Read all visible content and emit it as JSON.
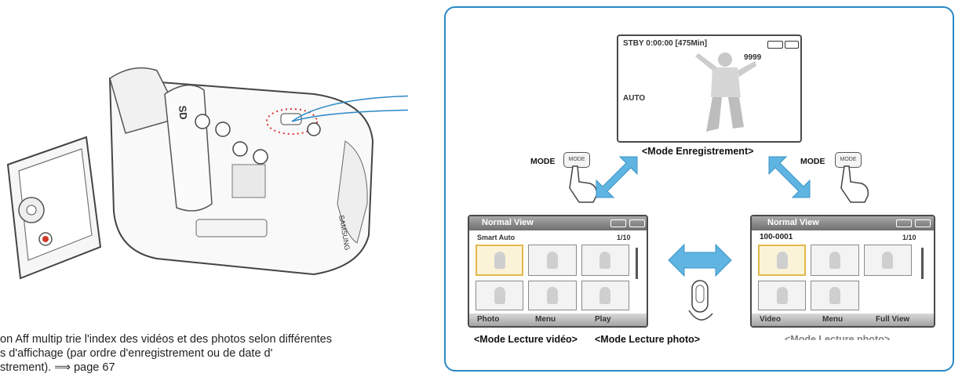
{
  "manual": {
    "paragraph_lines": [
      "on Aff multip trie l'index des vidéos et des photos selon différentes",
      "s d'affichage (par ordre d'enregistrement ou de date d'",
      "strement). ⟹ page 67"
    ]
  },
  "camera": {
    "brand_text": "SAMSUNG",
    "model_text": "SD"
  },
  "diagram": {
    "mode_label_left": "MODE",
    "mode_label_right": "MODE",
    "mode_button_text": "MODE",
    "caption_record": "<Mode Enregistrement>",
    "caption_video": "<Mode Lecture vidéo>",
    "caption_photo": "<Mode Lecture photo>",
    "caption_cut": "<Mode Lecture photo>",
    "record_screen": {
      "status_text": "STBY 0:00:00 [475Min]",
      "count": "9999",
      "auto_label": "AUTO"
    },
    "video_screen": {
      "title": "Normal View",
      "sub_label": "Smart Auto",
      "counter": "1/10",
      "bottom_photo": "Photo",
      "bottom_menu": "Menu",
      "bottom_play": "Play"
    },
    "photo_screen": {
      "title": "Normal View",
      "folder": "100-0001",
      "counter": "1/10",
      "bottom_video": "Video",
      "bottom_menu": "Menu",
      "bottom_full": "Full View"
    },
    "colors": {
      "panel_border": "#2a88c6",
      "arrow_blue": "#5fb4e2",
      "selection": "#e3b84a"
    }
  }
}
